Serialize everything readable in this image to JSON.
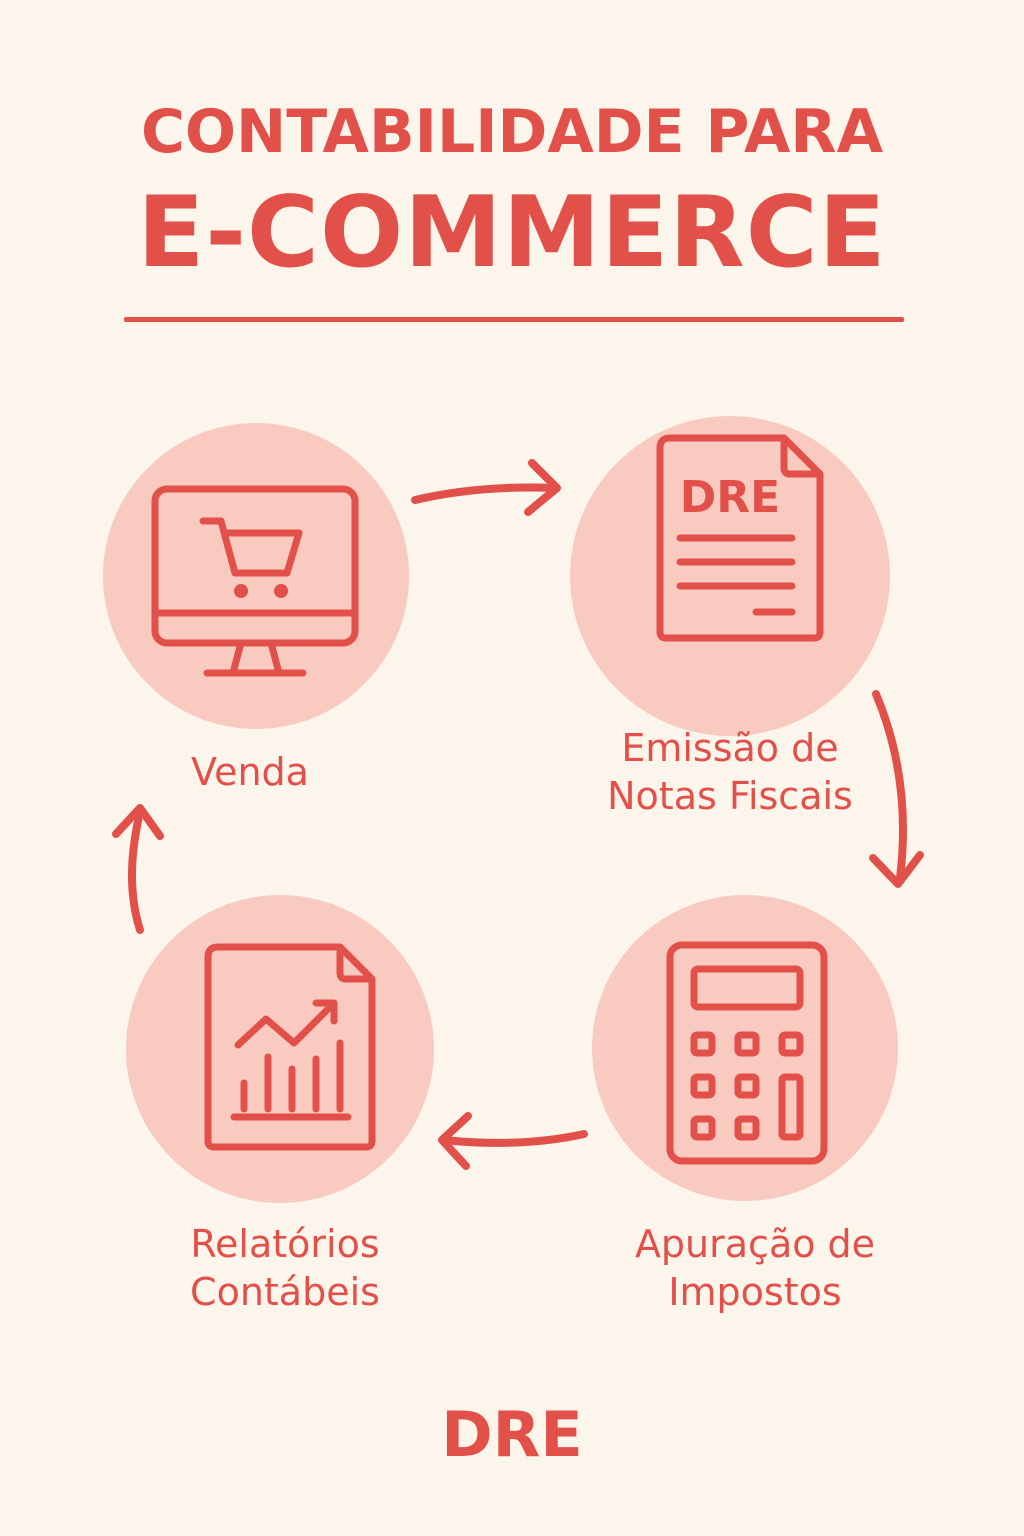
{
  "header": {
    "title_line1": "CONTABILIDADE PARA",
    "title_line2": "E-COMMERCE"
  },
  "steps": [
    {
      "id": "venda",
      "label_line1": "Venda",
      "label_line2": "",
      "icon": "shopping-cart-monitor-icon"
    },
    {
      "id": "emissao",
      "label_line1": "Emissão de",
      "label_line2": "Notas Fiscais",
      "icon": "dre-document-icon",
      "icon_text": "DRE"
    },
    {
      "id": "apuracao",
      "label_line1": "Apuração de",
      "label_line2": "Impostos",
      "icon": "calculator-icon"
    },
    {
      "id": "relatorios",
      "label_line1": "Relatórios",
      "label_line2": "Contábeis",
      "icon": "report-chart-icon"
    }
  ],
  "footer": {
    "text": "DRE"
  },
  "colors": {
    "accent": "#e2504a",
    "circle": "#f9cac0",
    "background": "#fbf5ec"
  }
}
